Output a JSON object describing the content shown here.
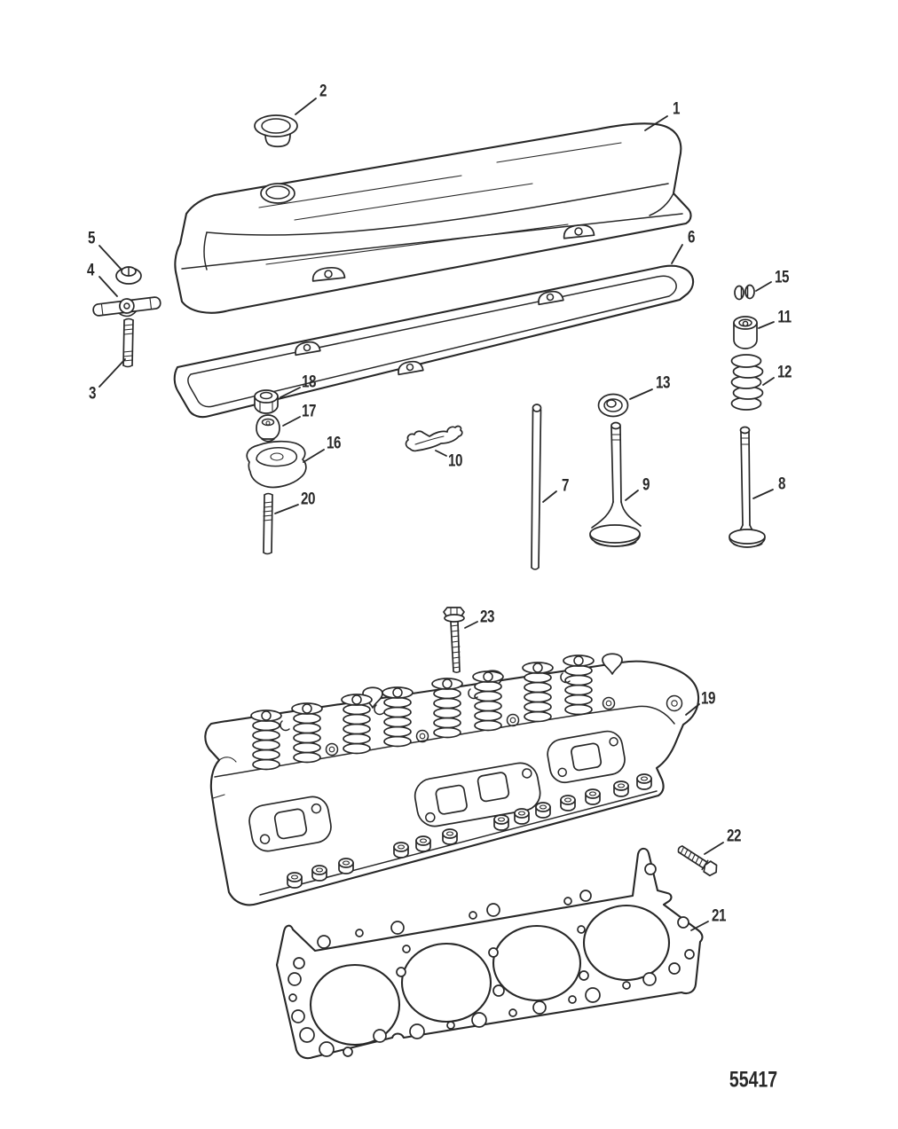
{
  "page": {
    "background": "#ffffff",
    "ink": "#282828"
  },
  "diagram": {
    "drawing_number": "55417",
    "callouts": [
      {
        "label": "1"
      },
      {
        "label": "2"
      },
      {
        "label": "3"
      },
      {
        "label": "4"
      },
      {
        "label": "5"
      },
      {
        "label": "6"
      },
      {
        "label": "7"
      },
      {
        "label": "8"
      },
      {
        "label": "9"
      },
      {
        "label": "10"
      },
      {
        "label": "11"
      },
      {
        "label": "12"
      },
      {
        "label": "13"
      },
      {
        "label": "15"
      },
      {
        "label": "16"
      },
      {
        "label": "17"
      },
      {
        "label": "18"
      },
      {
        "label": "19"
      },
      {
        "label": "20"
      },
      {
        "label": "21"
      },
      {
        "label": "22"
      },
      {
        "label": "23"
      }
    ]
  }
}
